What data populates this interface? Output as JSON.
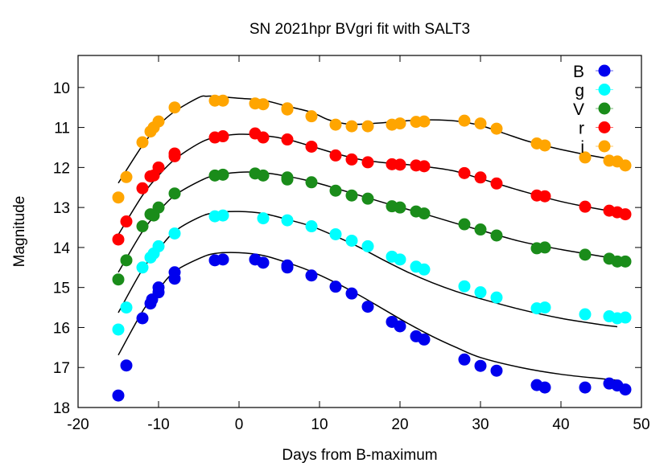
{
  "chart_data": {
    "type": "scatter",
    "title": "SN 2021hpr BVgri fit with SALT3",
    "xlabel": "Days from B-maximum",
    "ylabel": "Magnitude",
    "xlim": [
      -20,
      50
    ],
    "ylim": [
      18,
      9.2
    ],
    "y_inverted": true,
    "xticks": [
      -20,
      -10,
      0,
      10,
      20,
      30,
      40,
      50
    ],
    "yticks": [
      10,
      11,
      12,
      13,
      14,
      15,
      16,
      17,
      18
    ],
    "grid": false,
    "legend_placement": "top-right",
    "series": [
      {
        "name": "B",
        "color": "#0000ee",
        "x": [
          -15,
          -14,
          -12,
          -11,
          -10.8,
          -10,
          -10,
          -8,
          -8,
          -3,
          -2,
          2,
          3,
          6,
          6,
          9,
          12,
          14,
          16,
          19,
          20,
          22,
          23,
          28,
          30,
          32,
          37,
          38,
          43,
          46,
          47,
          48
        ],
        "y": [
          17.7,
          16.95,
          15.77,
          15.4,
          15.3,
          15.12,
          15.0,
          14.78,
          14.62,
          14.32,
          14.3,
          14.3,
          14.38,
          14.5,
          14.45,
          14.7,
          14.98,
          15.15,
          15.48,
          15.86,
          15.97,
          16.22,
          16.3,
          16.8,
          16.96,
          17.08,
          17.44,
          17.5,
          17.5,
          17.4,
          17.45,
          17.55
        ],
        "fit_x": [
          -15,
          -12,
          -10,
          -8,
          -5,
          -3,
          0,
          3,
          6,
          9,
          12,
          15,
          18,
          21,
          24,
          27,
          30,
          35,
          40,
          45,
          47
        ],
        "fit_y": [
          16.69,
          15.6,
          15.05,
          14.6,
          14.28,
          14.15,
          14.13,
          14.2,
          14.38,
          14.6,
          14.88,
          15.2,
          15.55,
          15.9,
          16.22,
          16.5,
          16.75,
          17.0,
          17.17,
          17.28,
          17.32
        ]
      },
      {
        "name": "g",
        "color": "#00ffff",
        "x": [
          -15,
          -14,
          -12,
          -11,
          -10.6,
          -10,
          -8,
          -3,
          -2,
          3,
          6,
          9,
          12,
          14,
          16,
          19,
          20,
          22,
          23,
          28,
          30,
          32,
          37,
          38,
          43,
          46,
          47,
          48
        ],
        "y": [
          16.05,
          15.5,
          14.5,
          14.25,
          14.15,
          13.97,
          13.65,
          13.22,
          13.2,
          13.27,
          13.32,
          13.47,
          13.67,
          13.83,
          13.97,
          14.23,
          14.3,
          14.48,
          14.55,
          14.97,
          15.12,
          15.25,
          15.52,
          15.5,
          15.67,
          15.72,
          15.77,
          15.75
        ],
        "fit_x": [
          -15,
          -12,
          -10,
          -8,
          -5,
          -3,
          0,
          3,
          6,
          9,
          12,
          15,
          18,
          21,
          24,
          27,
          30,
          35,
          40,
          45,
          47
        ],
        "fit_y": [
          15.63,
          14.55,
          14.05,
          13.6,
          13.25,
          13.13,
          13.1,
          13.15,
          13.3,
          13.47,
          13.72,
          14.0,
          14.32,
          14.62,
          14.88,
          15.1,
          15.28,
          15.55,
          15.77,
          15.93,
          15.98
        ]
      },
      {
        "name": "V",
        "color": "#1a8c1a",
        "x": [
          -15,
          -14,
          -12,
          -11,
          -10.6,
          -10,
          -8,
          -3,
          -2,
          2,
          3,
          6,
          6,
          9,
          12,
          14,
          16,
          19,
          20,
          22,
          23,
          28,
          30,
          32,
          37,
          38,
          43,
          46,
          47,
          48
        ],
        "y": [
          14.8,
          14.32,
          13.47,
          13.17,
          13.2,
          13.0,
          12.65,
          12.2,
          12.18,
          12.15,
          12.2,
          12.3,
          12.25,
          12.37,
          12.58,
          12.7,
          12.78,
          12.97,
          13.0,
          13.1,
          13.15,
          13.42,
          13.55,
          13.7,
          14.02,
          14.0,
          14.18,
          14.28,
          14.35,
          14.35
        ],
        "fit_x": [
          -15,
          -12,
          -10,
          -8,
          -5,
          -3,
          0,
          3,
          6,
          9,
          12,
          15,
          18,
          21,
          24,
          27,
          30,
          35,
          40,
          45,
          47
        ],
        "fit_y": [
          14.62,
          13.6,
          13.1,
          12.7,
          12.35,
          12.2,
          12.12,
          12.13,
          12.22,
          12.35,
          12.52,
          12.7,
          12.88,
          13.05,
          13.22,
          13.4,
          13.57,
          13.85,
          14.05,
          14.22,
          14.28
        ]
      },
      {
        "name": "r",
        "color": "#ff0000",
        "x": [
          -15,
          -14,
          -12,
          -11,
          -10.6,
          -10,
          -8,
          -8,
          -3,
          -2,
          2,
          3,
          6,
          9,
          12,
          14,
          16,
          19,
          20,
          22,
          23,
          28,
          30,
          32,
          37,
          38,
          43,
          46,
          47,
          48
        ],
        "y": [
          13.8,
          13.35,
          12.52,
          12.22,
          12.2,
          12.0,
          11.72,
          11.65,
          11.25,
          11.22,
          11.15,
          11.25,
          11.3,
          11.48,
          11.7,
          11.8,
          11.87,
          11.92,
          11.93,
          11.95,
          11.97,
          12.14,
          12.25,
          12.4,
          12.7,
          12.72,
          12.98,
          13.08,
          13.12,
          13.17
        ],
        "fit_x": [
          -15,
          -12,
          -10,
          -8,
          -5,
          -3,
          0,
          3,
          6,
          9,
          12,
          15,
          18,
          21,
          24,
          27,
          30,
          35,
          40,
          45,
          47
        ],
        "fit_y": [
          13.68,
          12.7,
          12.2,
          11.8,
          11.4,
          11.25,
          11.17,
          11.2,
          11.3,
          11.47,
          11.65,
          11.8,
          11.88,
          11.93,
          12.0,
          12.1,
          12.28,
          12.58,
          12.85,
          13.05,
          13.1
        ]
      },
      {
        "name": "i",
        "color": "#ffa500",
        "x": [
          -15,
          -14,
          -12,
          -11,
          -10.6,
          -10,
          -8,
          -3,
          -2,
          2,
          3,
          6,
          6,
          9,
          12,
          14,
          16,
          19,
          20,
          22,
          23,
          28,
          30,
          32,
          37,
          38,
          43,
          46,
          47,
          48
        ],
        "y": [
          12.75,
          12.24,
          11.37,
          11.1,
          11.0,
          10.85,
          10.5,
          10.33,
          10.33,
          10.4,
          10.42,
          10.55,
          10.52,
          10.72,
          10.93,
          10.97,
          10.97,
          10.93,
          10.9,
          10.86,
          10.85,
          10.83,
          10.9,
          11.03,
          11.4,
          11.45,
          11.75,
          11.83,
          11.85,
          11.95
        ],
        "fit_x": [
          -15,
          -12,
          -10,
          -8,
          -5,
          -4,
          -3,
          0,
          3,
          6,
          9,
          11,
          13,
          15,
          18,
          21,
          24,
          27,
          30,
          33,
          36,
          40,
          45,
          47
        ],
        "fit_y": [
          12.39,
          11.45,
          10.95,
          10.6,
          10.25,
          10.22,
          10.22,
          10.27,
          10.32,
          10.47,
          10.62,
          10.8,
          10.9,
          10.92,
          10.88,
          10.83,
          10.81,
          10.84,
          10.95,
          11.15,
          11.35,
          11.55,
          11.75,
          11.8
        ]
      }
    ]
  }
}
